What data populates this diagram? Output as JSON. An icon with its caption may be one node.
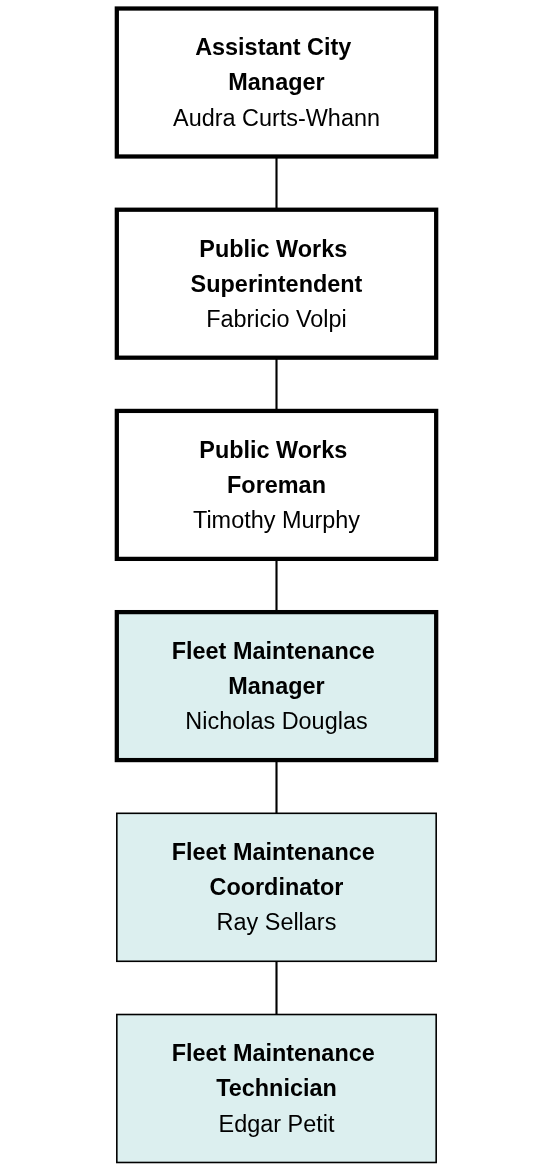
{
  "diagram": {
    "nodes": [
      {
        "text": [
          "Assistant City Manager",
          "Audra Curts-Whann"
        ]
      },
      {
        "text": [
          "Public Works Superintendent",
          "Fabricio Volpi"
        ]
      },
      {
        "text": [
          "Public Works Foreman",
          "Timothy Murphy"
        ]
      },
      {
        "text": [
          "Fleet Maintenance Manager",
          "Nicholas Douglas"
        ]
      },
      {
        "text": [
          "Fleet Maintenance Coordinator",
          "Ray Sellars"
        ]
      },
      {
        "text": [
          "Fleet Maintenance Technician",
          "Edgar Petit"
        ]
      }
    ],
    "edges": [
      {
        "from": 0,
        "to": 1,
        "arrow": "none"
      },
      {
        "from": 1,
        "to": 2,
        "arrow": "none"
      },
      {
        "from": 2,
        "to": 3,
        "arrow": "none"
      },
      {
        "from": 3,
        "to": 4,
        "arrow": "none"
      },
      {
        "from": 4,
        "to": 5,
        "arrow": "none"
      }
    ]
  }
}
